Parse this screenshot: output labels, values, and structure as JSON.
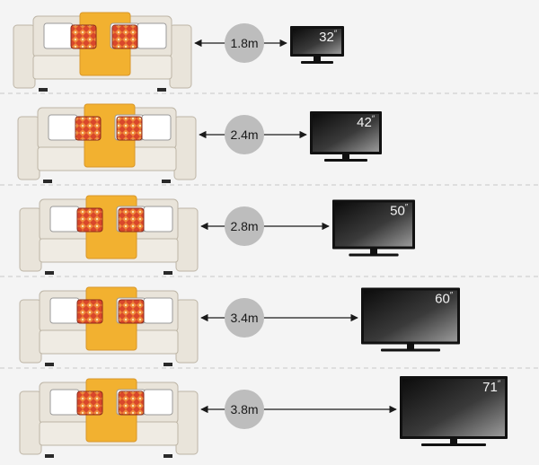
{
  "rows": [
    {
      "distance": "1.8m",
      "tv_size": "32",
      "inch_mark": "″"
    },
    {
      "distance": "2.4m",
      "tv_size": "42",
      "inch_mark": "″"
    },
    {
      "distance": "2.8m",
      "tv_size": "50",
      "inch_mark": "″"
    },
    {
      "distance": "3.4m",
      "tv_size": "60",
      "inch_mark": "″"
    },
    {
      "distance": "3.8m",
      "tv_size": "71",
      "inch_mark": "″"
    }
  ],
  "colors": {
    "background": "#f4f4f4",
    "sofa": "#e9e4da",
    "sofa_outline": "#bdb5a6",
    "throw_blanket": "#f2b130",
    "pillow_red": "#d9472b",
    "pillow_white": "#ffffff",
    "distance_circle": "#bdbdbd",
    "tv_frame": "#111111",
    "divider": "#c8c8c8"
  }
}
